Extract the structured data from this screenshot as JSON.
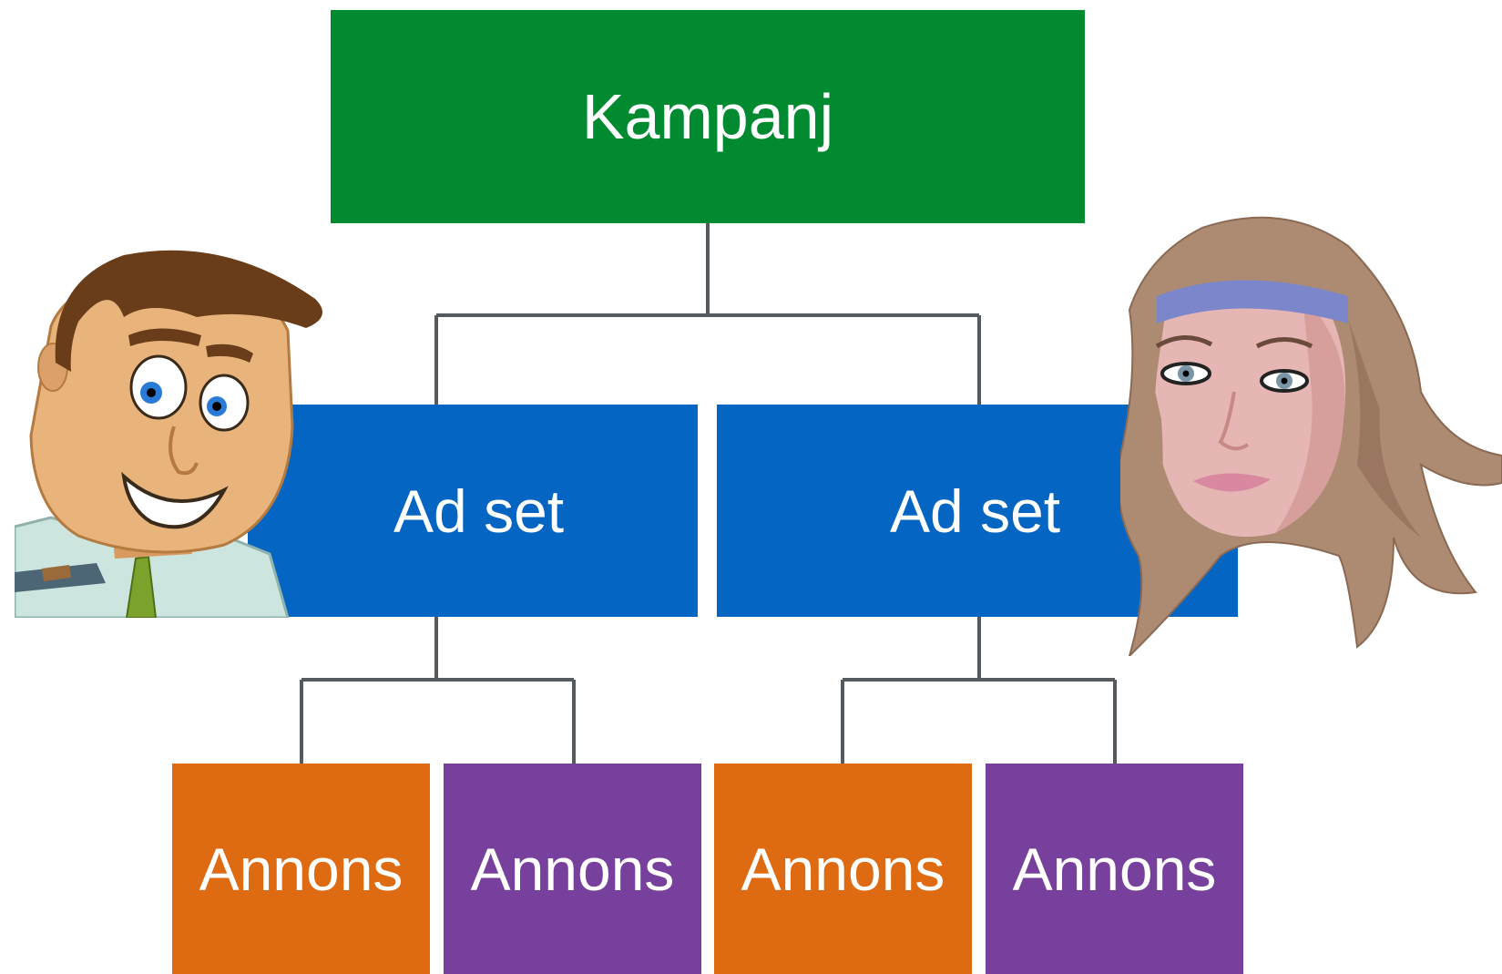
{
  "diagram": {
    "campaign": {
      "label": "Kampanj",
      "color": "#028a30"
    },
    "ad_sets": [
      {
        "label": "Ad set",
        "color": "#0565c2"
      },
      {
        "label": "Ad set",
        "color": "#0565c2"
      }
    ],
    "ads": [
      {
        "label": "Annons",
        "color": "#de6b12"
      },
      {
        "label": "Annons",
        "color": "#77409c"
      },
      {
        "label": "Annons",
        "color": "#de6b12"
      },
      {
        "label": "Annons",
        "color": "#77409c"
      }
    ],
    "connector_color": "#555a5f",
    "avatars": [
      "cartoon-man-avatar",
      "woman-face-avatar"
    ]
  }
}
